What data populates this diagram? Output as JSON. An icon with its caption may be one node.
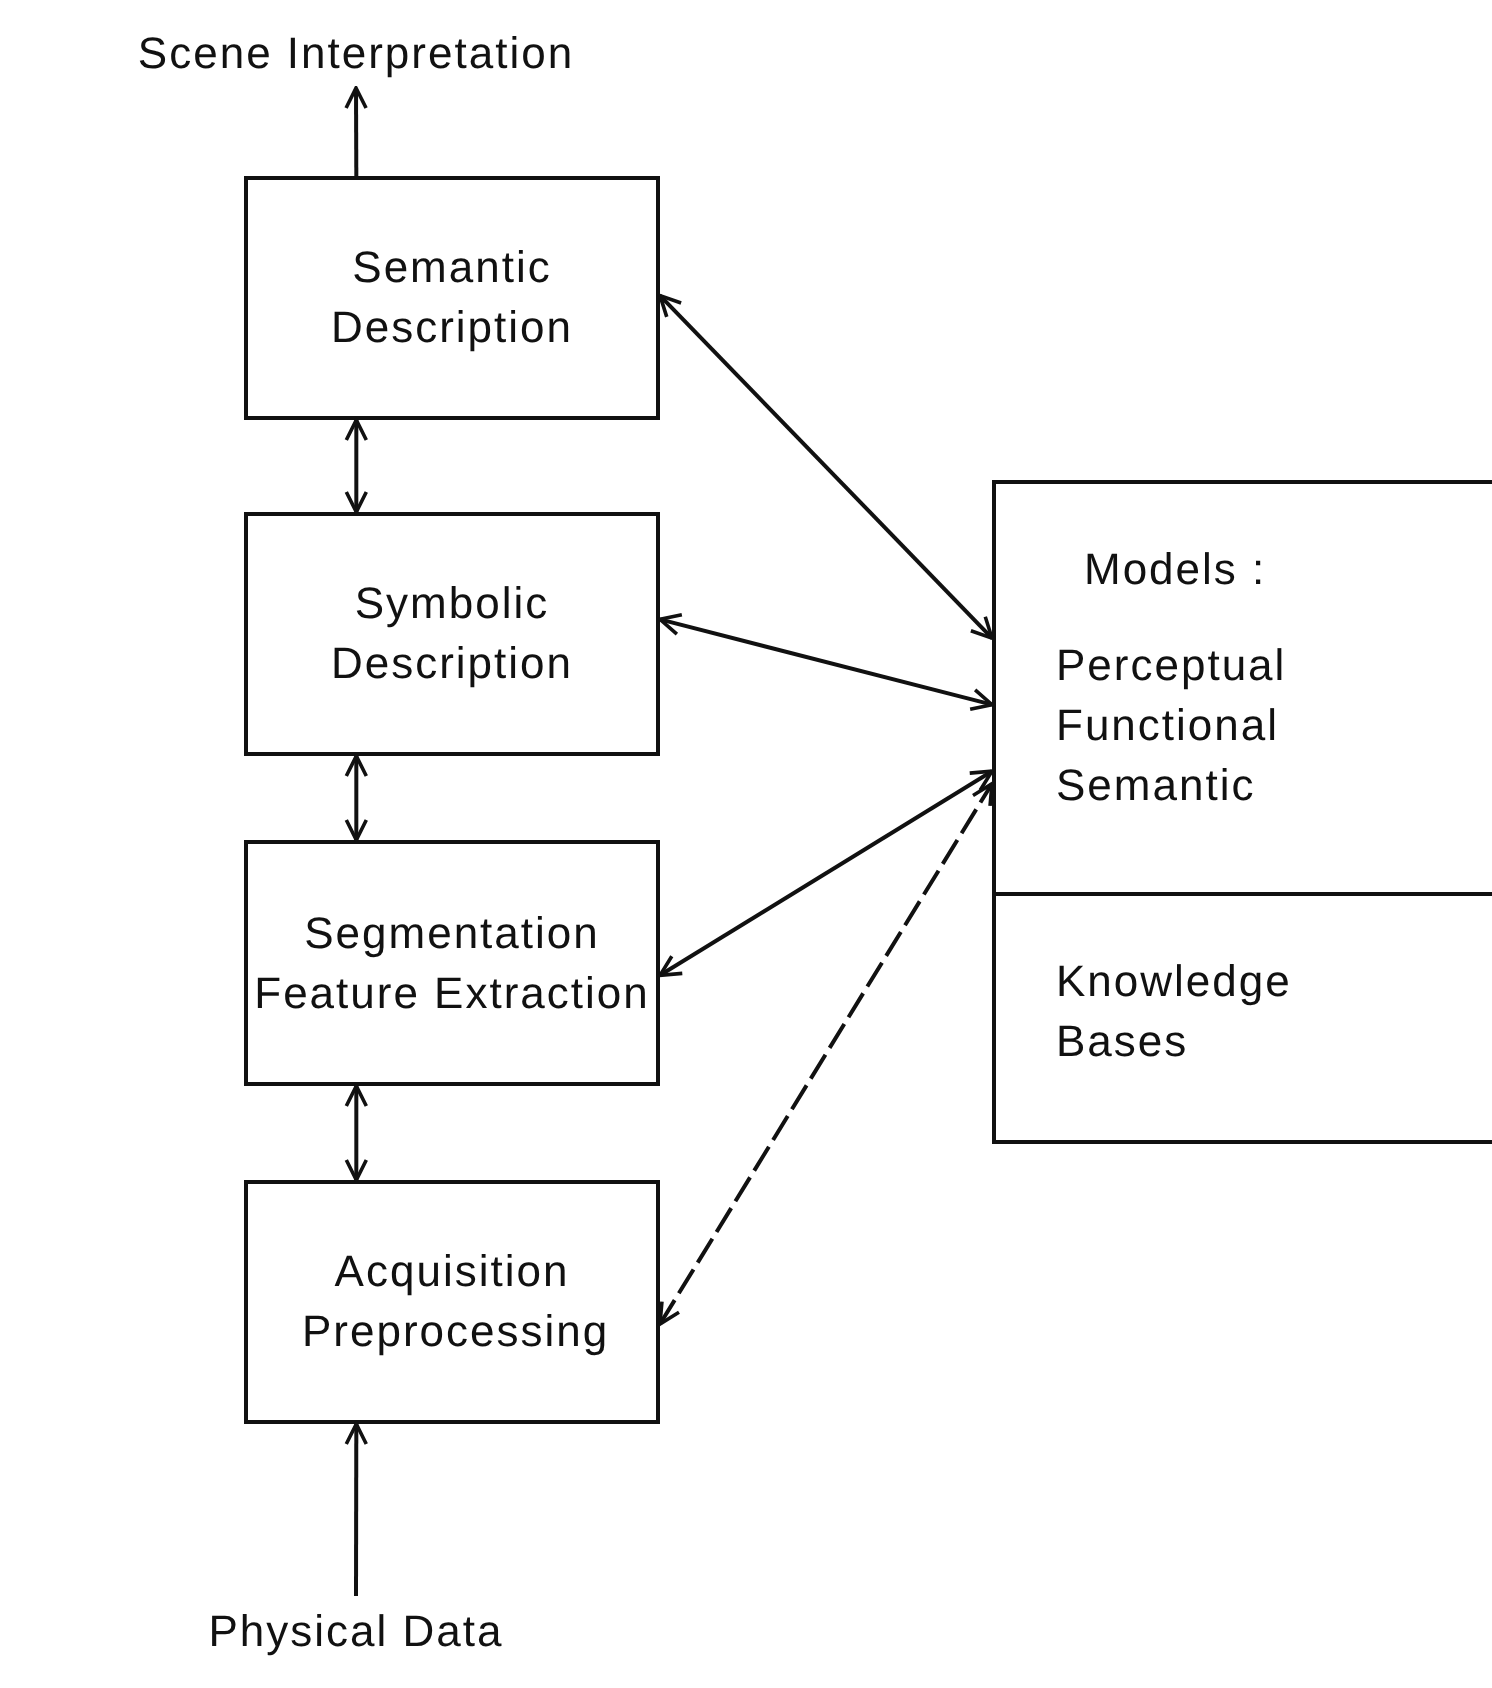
{
  "diagram": {
    "nodes": [
      {
        "text": [
          "Scene Interpretation"
        ]
      },
      {
        "text": [
          "Semantic Description"
        ]
      },
      {
        "text": [
          "Symbolic Description"
        ]
      },
      {
        "text": [
          "Segmentation Feature Extraction"
        ]
      },
      {
        "text": [
          "Acquisition Preprocessing"
        ]
      },
      {
        "text": [
          "Physical Data"
        ]
      },
      {
        "text": [
          "Models :",
          "Perceptual Functional Semantic"
        ]
      },
      {
        "text": [
          "Knowledge Bases"
        ]
      }
    ],
    "edges": [
      {
        "from": 1,
        "to": 0,
        "arrow": "to"
      },
      {
        "from": 1,
        "to": 2,
        "arrow": "both"
      },
      {
        "from": 2,
        "to": 3,
        "arrow": "both"
      },
      {
        "from": 3,
        "to": 4,
        "arrow": "both"
      },
      {
        "from": 5,
        "to": 4,
        "arrow": "to"
      },
      {
        "from": 1,
        "to": 6,
        "arrow": "both"
      },
      {
        "from": 2,
        "to": 6,
        "arrow": "both"
      },
      {
        "from": 3,
        "to": 6,
        "arrow": "both"
      },
      {
        "from": 4,
        "to": 6,
        "arrow": "both",
        "style": "dashed"
      }
    ]
  }
}
